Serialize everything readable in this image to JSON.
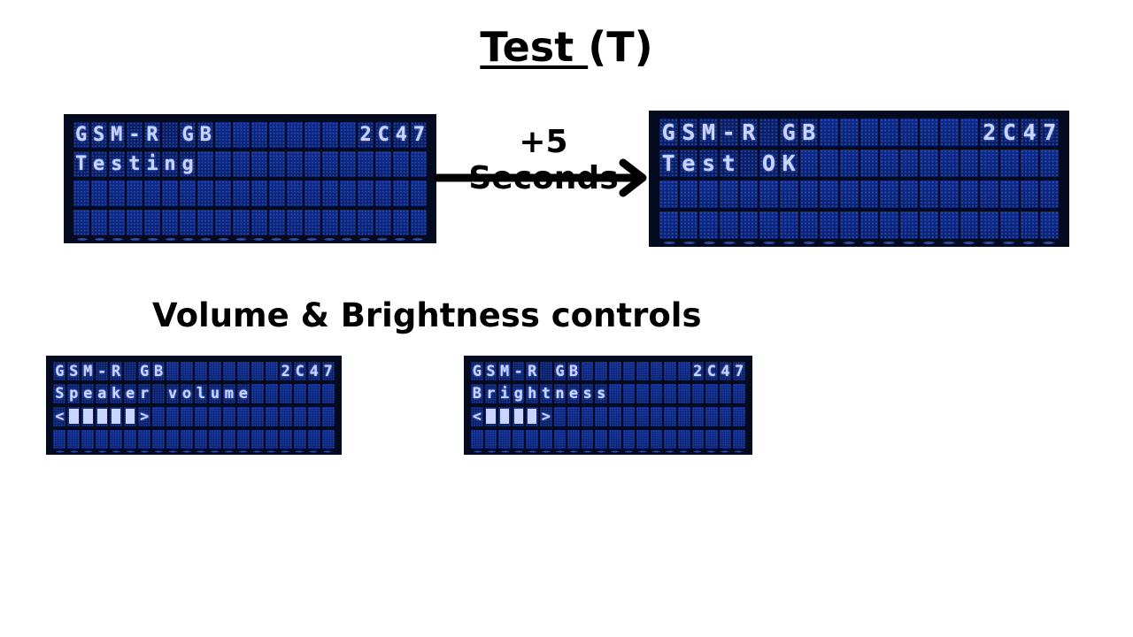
{
  "title": {
    "main": "Test ",
    "suffix": "(T)"
  },
  "arrow": {
    "label": "+5 Seconds"
  },
  "section_heading": "Volume & Brightness controls",
  "displays": {
    "testing": {
      "line1_left": "GSM-R GB",
      "line1_right": "2C47",
      "line2": "Testing"
    },
    "test_ok": {
      "line1_left": "GSM-R GB",
      "line1_right": "2C47",
      "line2": "Test OK"
    },
    "volume": {
      "line1_left": "GSM-R GB",
      "line1_right": "2C47",
      "line2": "Speaker volume",
      "level_open": "<",
      "level_close": ">",
      "level_blocks": 5
    },
    "brightness": {
      "line1_left": "GSM-R GB",
      "line1_right": "2C47",
      "line2": "Brightness",
      "level_open": "<",
      "level_close": ">",
      "level_blocks": 4
    }
  },
  "colors": {
    "lcd_background": "#0b2270",
    "lcd_text": "#c9d4ff",
    "page_background": "#ffffff"
  }
}
